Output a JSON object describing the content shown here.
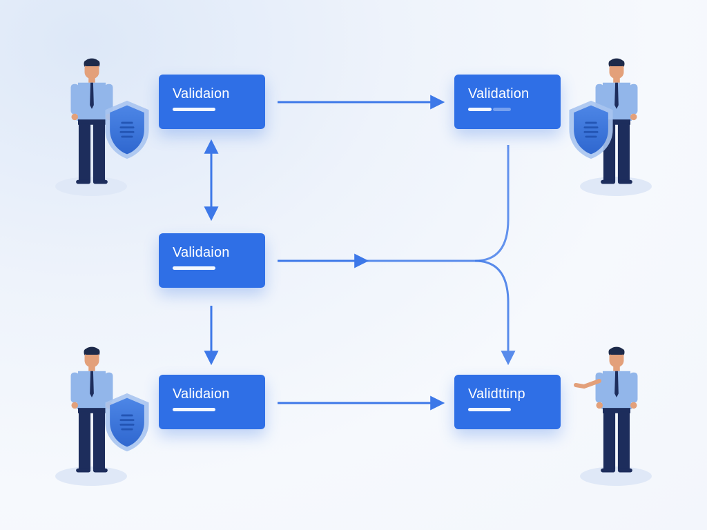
{
  "diagram": {
    "nodes": [
      {
        "id": "n1",
        "label": "Validaion"
      },
      {
        "id": "n2",
        "label": "Validation"
      },
      {
        "id": "n3",
        "label": "Validaion"
      },
      {
        "id": "n4",
        "label": "Validaion"
      },
      {
        "id": "n5",
        "label": "Validttinp"
      }
    ],
    "colors": {
      "node": "#2f6fe6",
      "edge": "#3d78e8",
      "shield": "#3f78d9",
      "shirt": "#92b6ea",
      "pants": "#1d2d5c",
      "skin": "#e3a07a",
      "hair": "#1d2a4a"
    },
    "icons": [
      "person-icon",
      "shield-icon"
    ]
  }
}
